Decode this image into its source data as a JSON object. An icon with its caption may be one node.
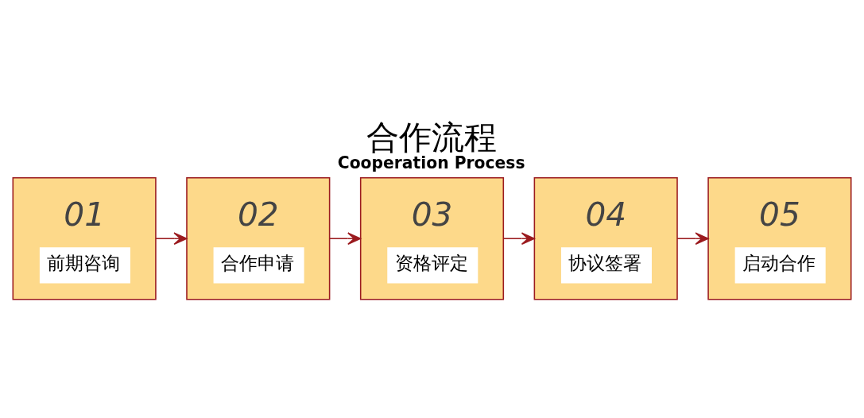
{
  "diagram": {
    "title": "合作流程",
    "nodes": [
      {
        "text": [
          "01",
          "前期咨询"
        ]
      },
      {
        "text": [
          "02",
          "合作申请"
        ]
      },
      {
        "text": [
          "03",
          "资格评定"
        ]
      },
      {
        "text": [
          "04",
          "协议签署"
        ]
      },
      {
        "text": [
          "05",
          "启动合作"
        ]
      }
    ],
    "edges": [
      {
        "from": 0,
        "to": 1,
        "arrow": "to"
      },
      {
        "from": 1,
        "to": 2,
        "arrow": "to"
      },
      {
        "from": 2,
        "to": 3,
        "arrow": "to"
      },
      {
        "from": 3,
        "to": 4,
        "arrow": "to"
      }
    ],
    "labels": [
      "Cooperation Process"
    ]
  }
}
